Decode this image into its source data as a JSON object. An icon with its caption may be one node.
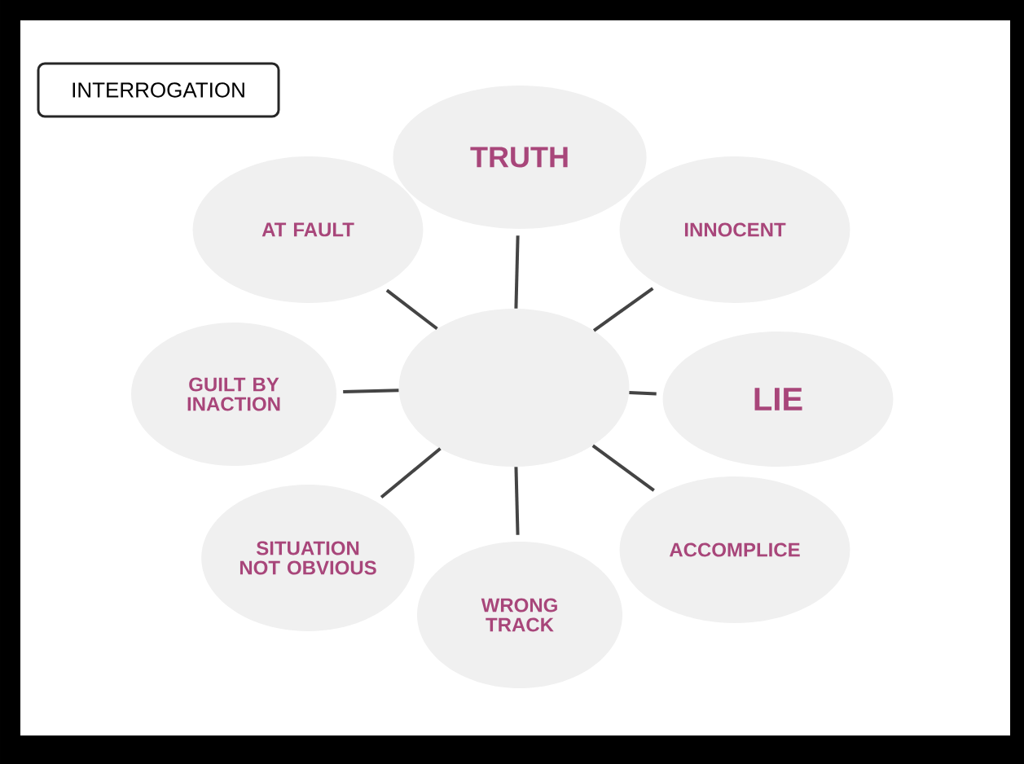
{
  "diagram": {
    "nodes": [
      {
        "text": [
          "INTERROGATION"
        ]
      },
      {
        "text": [
          "TRUTH"
        ]
      },
      {
        "text": [
          "AT FAULT"
        ]
      },
      {
        "text": [
          "INNOCENT"
        ]
      },
      {
        "text": [],
        "shape": "circle"
      },
      {
        "text": [
          "GUILT BY INACTION"
        ]
      },
      {
        "text": [
          "LIE"
        ]
      },
      {
        "text": [
          "SITUATION NOT OBVIOUS"
        ]
      },
      {
        "text": [
          "ACCOMPLICE"
        ]
      },
      {
        "text": [
          "WRONG TRACK"
        ]
      }
    ],
    "edges": [
      {
        "from": 4,
        "to": 1,
        "arrow": "none"
      },
      {
        "from": 4,
        "to": 3,
        "arrow": "none"
      },
      {
        "from": 4,
        "to": 6,
        "arrow": "none"
      },
      {
        "from": 4,
        "to": 8,
        "arrow": "none"
      },
      {
        "from": 4,
        "to": 9,
        "arrow": "none"
      },
      {
        "from": 4,
        "to": 7,
        "arrow": "none"
      },
      {
        "from": 4,
        "to": 5,
        "arrow": "none"
      },
      {
        "from": 4,
        "to": 2,
        "arrow": "none"
      }
    ]
  }
}
